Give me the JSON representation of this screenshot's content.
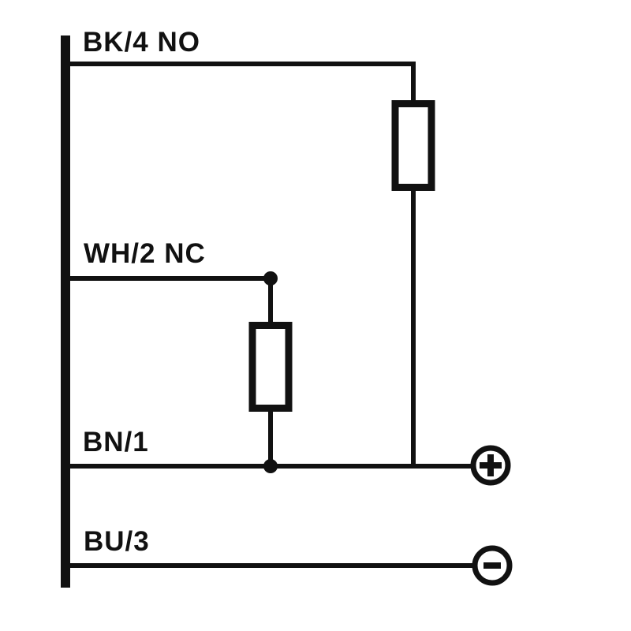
{
  "colors": {
    "ink": "#111111",
    "background": "#ffffff"
  },
  "wires": [
    {
      "label": "BK/4 NO"
    },
    {
      "label": "WH/2 NC"
    },
    {
      "label": "BN/1"
    },
    {
      "label": "BU/3"
    }
  ],
  "terminals": [
    {
      "name": "positive",
      "symbol": "+"
    },
    {
      "name": "negative",
      "symbol": "−"
    }
  ],
  "loads_count": "2"
}
